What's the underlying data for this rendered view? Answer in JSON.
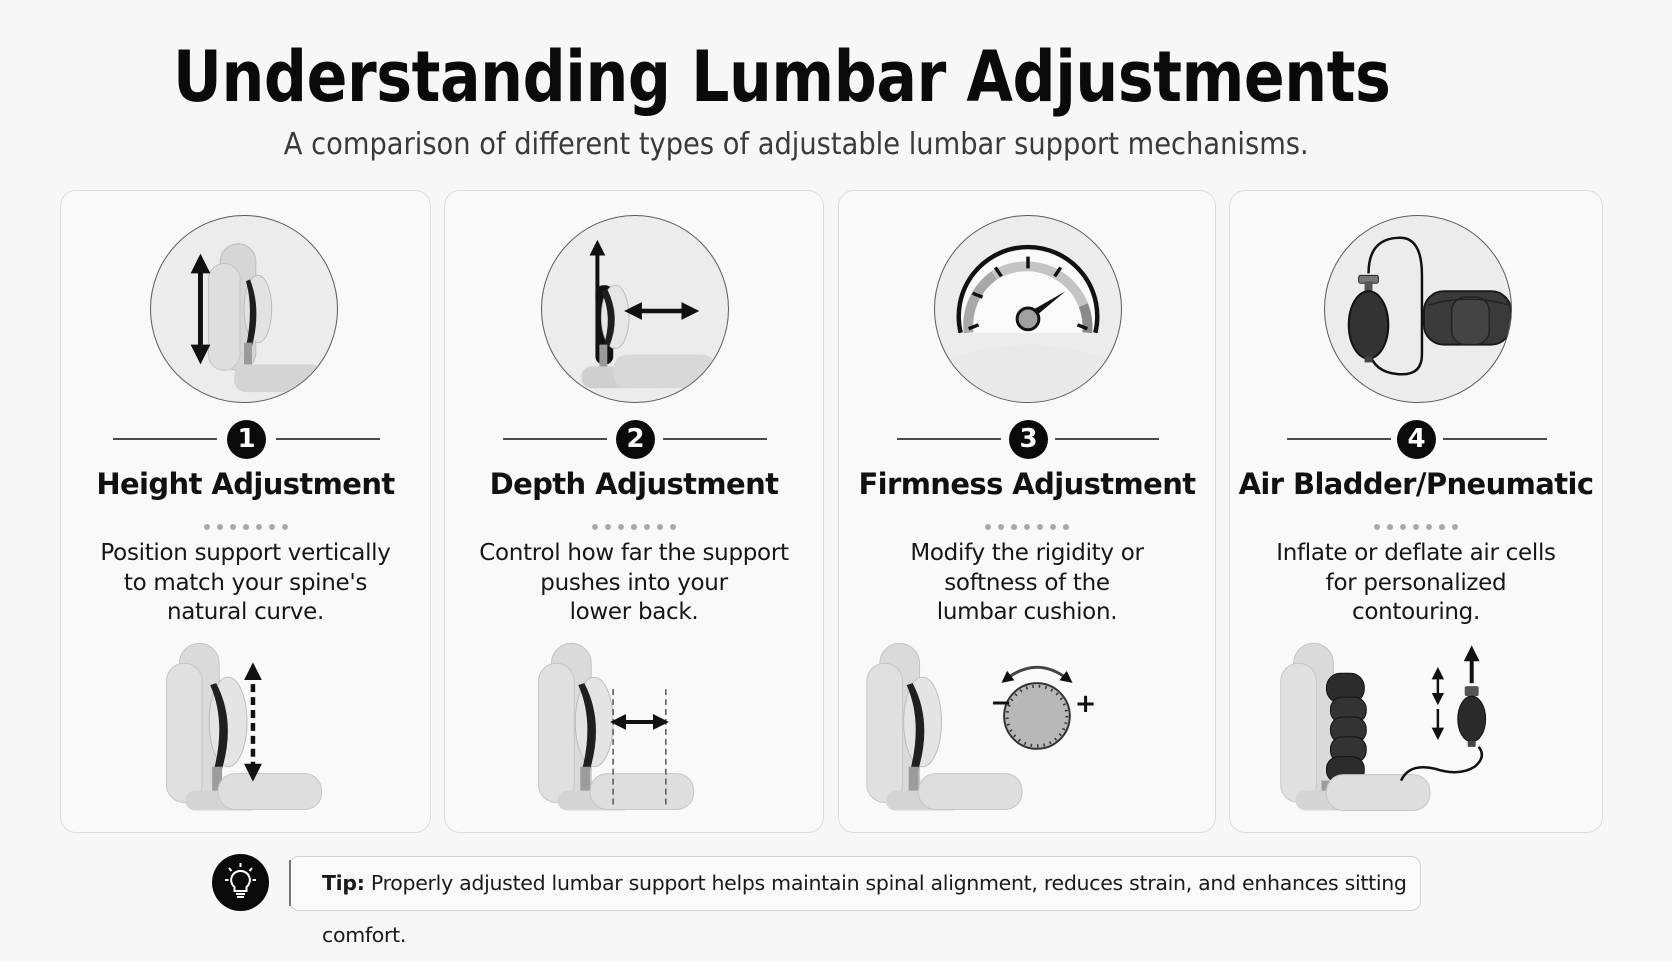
{
  "header": {
    "title": "Understanding Lumbar Adjustments",
    "subtitle": "A comparison of different types of adjustable lumbar support mechanisms."
  },
  "cards": [
    {
      "number": "1",
      "title": "Height Adjustment",
      "description_lines": [
        "Position support vertically",
        "to match your spine's",
        "natural curve."
      ],
      "icon": "chair-vertical-arrow-icon",
      "illustration": "chair-height-adjust-illustration"
    },
    {
      "number": "2",
      "title": "Depth Adjustment",
      "description_lines": [
        "Control how far the support",
        "pushes into your",
        "lower back."
      ],
      "icon": "chair-horizontal-arrow-icon",
      "illustration": "chair-depth-adjust-illustration"
    },
    {
      "number": "3",
      "title": "Firmness Adjustment",
      "description_lines": [
        "Modify the rigidity or",
        "softness of the",
        "lumbar cushion."
      ],
      "icon": "gauge-icon",
      "illustration": "chair-firmness-knob-illustration",
      "knob_labels": {
        "minus": "−",
        "plus": "+"
      }
    },
    {
      "number": "4",
      "title": "Air Bladder/Pneumatic",
      "description_lines": [
        "Inflate or deflate air cells",
        "for personalized",
        "contouring."
      ],
      "icon": "air-pump-bladder-icon",
      "illustration": "chair-air-bladder-illustration"
    }
  ],
  "tip": {
    "icon": "lightbulb-icon",
    "label": "Tip:",
    "text": " Properly adjusted lumbar support helps maintain spinal alignment, reduces strain, and enhances sitting comfort."
  },
  "colors": {
    "background": "#f7f7f7",
    "card_border": "#dcdcdc",
    "badge": "#0a0a0a",
    "chair_fill": "#d9d9d9",
    "lumbar_pad": "#2a2a2a"
  }
}
